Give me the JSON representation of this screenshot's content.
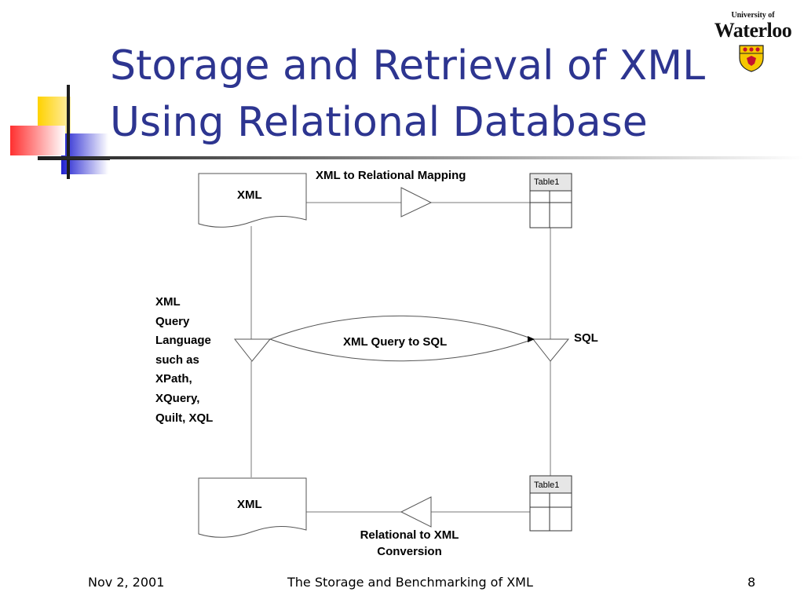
{
  "slide": {
    "title_lines": [
      "Storage and Retrieval of XML",
      "Using Relational Database"
    ]
  },
  "logo": {
    "line_small": "University of",
    "line_big": "Waterloo"
  },
  "diagram": {
    "doc_top_label": "XML",
    "doc_bottom_label": "XML",
    "table_top_label": "Table1",
    "table_bottom_label": "Table1",
    "mapping_label": "XML to Relational Mapping",
    "query_to_sql_label": "XML Query to SQL",
    "sql_label": "SQL",
    "query_language_lines": [
      "XML",
      "Query",
      "Language",
      "such as",
      "XPath,",
      "XQuery,",
      "Quilt, XQL"
    ],
    "relational_to_xml_lines": [
      "Relational to XML",
      "Conversion"
    ]
  },
  "footer": {
    "date": "Nov 2, 2001",
    "center_text": "The Storage and Benchmarking of XML",
    "page_number": "8"
  },
  "colors": {
    "title": "#2d3590",
    "deco_yellow": "#ffd200",
    "deco_red": "#ff3030",
    "deco_blue": "#2020d0",
    "rule_dark": "#1e1e1e"
  }
}
